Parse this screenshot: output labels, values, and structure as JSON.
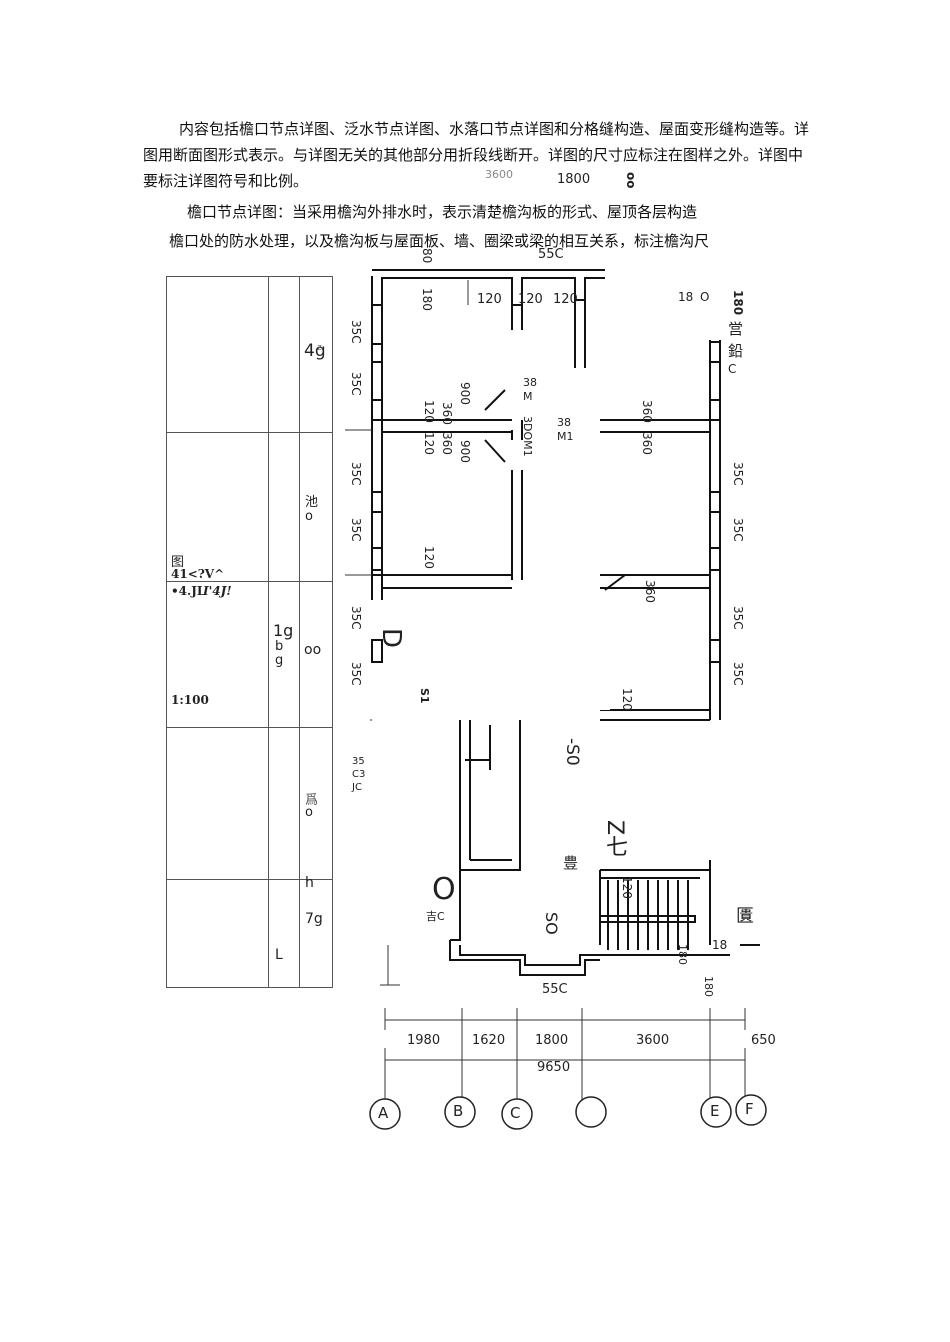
{
  "document": {
    "paragraphs": [
      "内容包括檐口节点详图、泛水节点详图、水落口节点详图和分格缝构造、屋面变形缝构造等。详图用断面图形式表示。与详图无关的其他部分用折段线断开。详图的尺寸应标注在图样之外。详图中要标注详图符号和比例。",
      "檐口节点详图：当采用檐沟外排水时，表示清楚檐沟板的形式、屋顶各层构造",
      "檐口处的防水处理，以及檐沟板与屋面板、墙、圈梁或梁的相互关系，标注檐沟尺"
    ]
  },
  "title_block": {
    "t_fig": "图",
    "t_code": "41<?V^",
    "t_code2": "•4.JL",
    "t_code3": "I'4J!",
    "t_scale": "1:100",
    "c1": "4g",
    "c1s": "z",
    "c2": "池",
    "c3": "o",
    "c4": "1g",
    "c5": "b",
    "c6": "g",
    "c7": "oo",
    "c8": "爲",
    "c9": "o",
    "c10": "h",
    "c11": "7g",
    "c12": "L"
  },
  "plan": {
    "dim_top_1800": "1800",
    "dim_top_3600": "3600",
    "dim_top_oo": "oo",
    "dim_80": "80",
    "dim_180a": "180",
    "dim_55c_top": "55C",
    "dim_120a": "120",
    "dim_120b": "120",
    "dim_120c": "120",
    "dim_180r": "18",
    "dim_180r_o": "O",
    "dim_180v": "180",
    "txt_dang": "営",
    "txt_qian": "鉛",
    "txt_c": "C",
    "left_35c": [
      "35C",
      "35C",
      "35C",
      "35C",
      "35C",
      "35C"
    ],
    "right_35c": [
      "35C",
      "35C",
      "35C",
      "35C"
    ],
    "d900a": "900",
    "d360a": "360",
    "d120d": "120",
    "d120e": "120",
    "d360b": "360",
    "d900b": "900",
    "m38": "38",
    "m_M": "M",
    "m3dom1": "3DOM1",
    "m38b": "38",
    "m_m1": "M1",
    "d360c": "360",
    "d360d": "360",
    "d120f": "120",
    "d360e": "360",
    "big_D": "D",
    "d120g": "120",
    "s_label": "S1",
    "c35_a": "35",
    "c35_b": "C3",
    "c35_c": "JC",
    "s0": "-S0",
    "zt": "Z七",
    "feng": "豊",
    "ji_c": "吉C",
    "big_o": "O",
    "so": "SO",
    "d120h": "120",
    "d180s": "18",
    "d180t": "180",
    "d180u": "180",
    "gui": "匱",
    "d55c_bot": "55C",
    "bot_dims": [
      "1980",
      "1620",
      "1800",
      "3600",
      "650"
    ],
    "total": "9650",
    "axes": [
      "A",
      "B",
      "C",
      "",
      "E",
      "F"
    ]
  }
}
